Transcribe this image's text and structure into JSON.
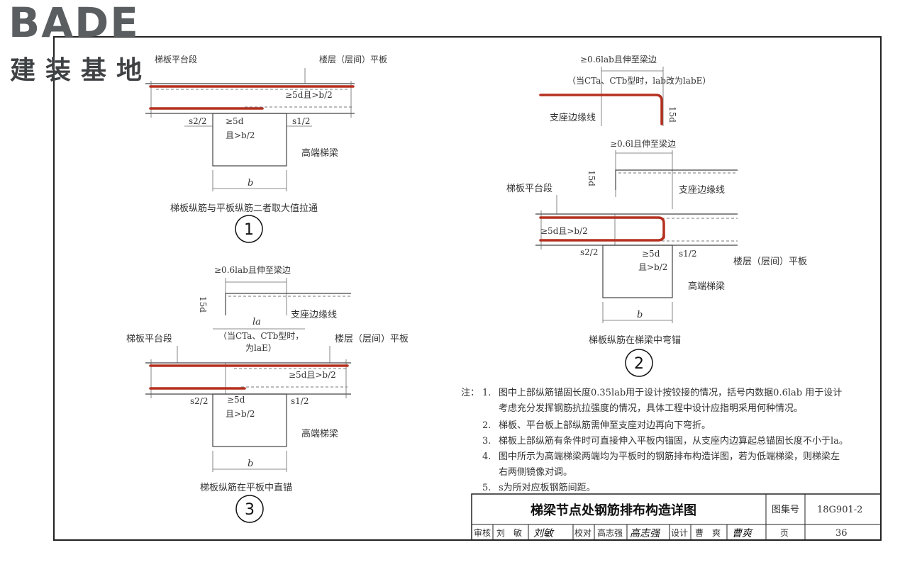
{
  "logo": {
    "brand": "BADE",
    "sub": "建装基地"
  },
  "detail1": {
    "label_floor_slab": "楼层（层间）平板",
    "label_stair_slab": "梯板平台段",
    "dim_5d_b2": "≥5d且>b/2",
    "dim_s2": "s2/2",
    "dim_5d": "≥5d",
    "dim_b2": "且>b/2",
    "dim_s1": "s1/2",
    "label_beam": "高端梯梁",
    "dim_b": "b",
    "caption": "梯板纵筋与平板纵筋二者取大值拉通",
    "number": "1"
  },
  "detail2": {
    "anchor_top": "≥0.6lab且伸至梁边",
    "anchor_note": "（当CTa、CTb型时，lab改为labE）",
    "dim_15d": "15d",
    "support_edge": "支座边缘线",
    "anchor_top2": "≥0.6l且伸至梁边",
    "dim_15d_2": "15d",
    "support_edge2": "支座边缘线",
    "label_stair_slab": "梯板平台段",
    "dim_5d_b2": "≥5d且>b/2",
    "dim_s2": "s2/2",
    "dim_5d": "≥5d",
    "dim_b2": "且>b/2",
    "dim_s1": "s1/2",
    "label_floor_slab": "楼层（层间）平板",
    "label_beam": "高端梯梁",
    "dim_b": "b",
    "caption": "梯板纵筋在梯梁中弯锚",
    "number": "2"
  },
  "detail3": {
    "anchor_top": "≥0.6lab且伸至梁边",
    "dim_15d": "15d",
    "la": "la",
    "support_edge": "支座边缘线",
    "note1": "（当CTa、CTb型时，",
    "note2": "为laE）",
    "label_stair_slab": "梯板平台段",
    "label_floor_slab": "楼层（层间）平板",
    "dim_5d_b2": "≥5d且>b/2",
    "dim_s2": "s2/2",
    "dim_5d": "≥5d",
    "dim_b2": "且>b/2",
    "dim_s1": "s1/2",
    "label_beam": "高端梯梁",
    "dim_b": "b",
    "caption": "梯板纵筋在平板中直锚",
    "number": "3"
  },
  "notes": {
    "prefix": "注：",
    "items": [
      {
        "num": "1.",
        "lines": [
          "图中上部纵筋锚固长度0.35lab用于设计按铰接的情况，括号内数据0.6lab 用于设计",
          "考虑充分发挥钢筋抗拉强度的情况，具体工程中设计应指明采用何种情况。"
        ]
      },
      {
        "num": "2.",
        "lines": [
          "梯板、平台板上部纵筋需伸至支座对边再向下弯折。"
        ]
      },
      {
        "num": "3.",
        "lines": [
          "梯板上部纵筋有条件时可直接伸入平板内锚固，从支座内边算起总锚固长度不小于la。"
        ]
      },
      {
        "num": "4.",
        "lines": [
          "图中所示为高端梯梁两端均为平板时的钢筋排布构造详图，若为低端梯梁，则梯梁左",
          "右两侧镜像对调。"
        ]
      },
      {
        "num": "5.",
        "lines": [
          "s为所对应板钢筋间距。"
        ]
      }
    ]
  },
  "titleblock": {
    "title": "梯梁节点处钢筋排布构造详图",
    "atlas_label": "图集号",
    "atlas_no": "18G901-2",
    "review_label": "审核",
    "reviewer": "刘　敏",
    "reviewer_sig": "刘敏",
    "check_label": "校对",
    "checker": "高志强",
    "checker_sig": "高志强",
    "design_label": "设计",
    "designer": "曹　爽",
    "designer_sig": "曹爽",
    "page_label": "页",
    "page_no": "36"
  },
  "colors": {
    "rebar": "#b5301f",
    "line": "#444444"
  }
}
